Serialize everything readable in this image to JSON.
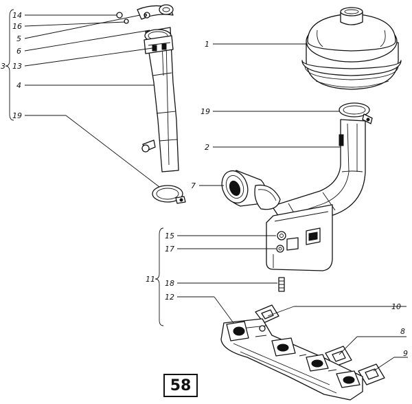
{
  "page_number": "58",
  "callouts": {
    "c1": "1",
    "c2": "2",
    "c3": "3",
    "c4": "4",
    "c5": "5",
    "c6": "6",
    "c7": "7",
    "c8": "8",
    "c9": "9",
    "c10": "10",
    "c11": "11",
    "c12": "12",
    "c13": "13",
    "c14": "14",
    "c15": "15",
    "c16": "16",
    "c17": "17",
    "c18": "18",
    "c19a": "19",
    "c19b": "19"
  }
}
